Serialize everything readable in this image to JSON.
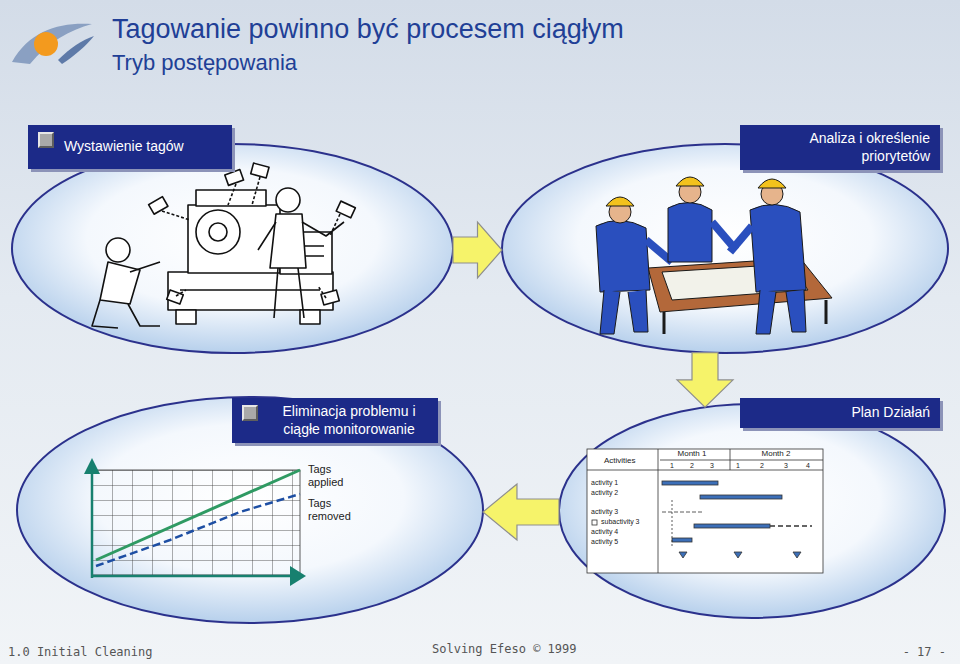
{
  "diagram": {
    "title": "Tagowanie powinno być procesem ciągłym",
    "nodes": [
      {
        "text": [
          "Wystawienie tagów"
        ]
      },
      {
        "text": [
          "Analiza i określenie priorytetów"
        ]
      },
      {
        "text": [
          "Plan Działań"
        ]
      },
      {
        "text": [
          "Eliminacja problemu i ciągłe monitorowanie"
        ]
      }
    ],
    "edges": [
      {
        "from": 0,
        "to": 1,
        "arrow": "to"
      },
      {
        "from": 1,
        "to": 2,
        "arrow": "to"
      },
      {
        "from": 2,
        "to": 3,
        "arrow": "to"
      }
    ],
    "labels": [
      "Tryb postępowania",
      "Tags applied",
      "Tags removed",
      "Activities",
      "Month 1",
      "Month 2",
      "1",
      "2",
      "3",
      "1",
      "2",
      "3",
      "4",
      "activity 1",
      "activity 2",
      "activity 3",
      "subactivity 3",
      "activity 4",
      "activity 5",
      "1.0 Initial Cleaning",
      "Solving Efeso © 1999",
      "- 17 -"
    ]
  }
}
